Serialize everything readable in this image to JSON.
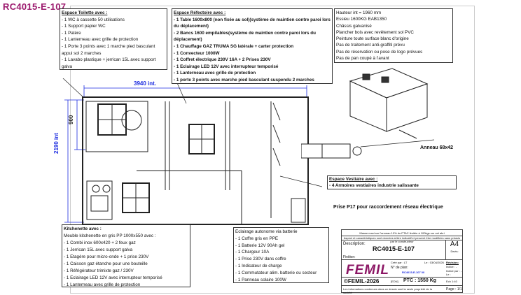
{
  "document": {
    "title": "RC4015-E-107"
  },
  "toilette": {
    "heading": "Espace Toilette avec :",
    "items": [
      "- 1 WC à cassette 50 utilisations",
      "- 1 Support papier WC",
      "- 1 Patère",
      "- 1 Lanterneau avec grille de protection",
      "- 1 Porte 3 points avec 1 marche pied basculant appui sol 2 marches",
      "- 1 Lavabo plastique + jerrican 15L avec support galva"
    ]
  },
  "refectoire": {
    "heading": "Espace Réfectoire avec :",
    "items": [
      "- 1 Table 1600x800 (non fixée au sol)(système de maintien contre paroi lors du déplacement)",
      "- 2 Bancs 1600 empilables(système de maintien contre paroi lors du déplacement)",
      "- 1 Chauffage GAZ TRUMA SG latérale + carter protection",
      "- 1 Convecteur 1000W",
      "- 1 Coffret électrique 230V 16A + 2 Prises 230V",
      "- 1 Eclairage LED 12V avec interrupteur temporisé",
      "- 1 Lanterneau avec grille de protection",
      "- 1 porte 3 points avec marche pied basculant suspendu 2 marches"
    ]
  },
  "specs": {
    "items": [
      "Hauteur int = 1960 mm",
      "Essieu 1600KG EAB1350",
      "Châssis galvanisé",
      "Plancher bois avec revêtement sol PVC",
      "Peinture toute surface blanc d'origine",
      "Pas de traitement anti-graffiti prévu",
      "Pas de réservation ou pose de logo prévues",
      "Pas de pan coupé à l'avant"
    ]
  },
  "kitchenette": {
    "heading": "Kitchenette avec :",
    "items": [
      "Meuble kitchenette en gris PP 1000x550 avec :",
      "- 1 Combi inox 600x420 + 2 feux gaz",
      "- 1 Jerrican 15L avec support galva",
      "- 1 Etagère pour micro-onde + 1 prise 230V",
      "- 1 Caisson gaz étanche pour une bouteille",
      "- 1 Réfrigérateur trimixte gaz / 230V",
      "- 1 Eclairage LED 12V avec interrupteur temporisé",
      "- 1 Lanterneau avec grille de protection"
    ]
  },
  "eclairage": {
    "items": [
      "Eclairage autonome via batterie",
      "- 1 Coffre gris en PPE",
      "- 1 Batterie 12V 90Ah gel",
      "- 1 Chargeur 10A",
      "- 1 Prise 230V dans coffre",
      "- 1 Indicateur de charge",
      "- 1 Commutateur alim. batterie ou secteur",
      "- 1 Panneau solaire 100W"
    ]
  },
  "vestiaire": {
    "heading": "Espace Vestiaire avec :",
    "items": [
      "- 4 Armoires vestiaires industrie salissante"
    ]
  },
  "labels": {
    "anneau": "Anneau 68x42",
    "prise": "Prise P17 pour raccordement réseau électrique"
  },
  "dimensions": {
    "width": "3940 int.",
    "depth": "2190 int",
    "toilet": "900"
  },
  "title_block": {
    "note1": "Masse maxi sur l'anneau 10% du PTAC limitée à 100kgs sur cet abri",
    "note2": "Aspect et caractéristiques sont données à titre indicatif et peuvent être modifiées sans préavis par le constructeur",
    "description_label": "Description:",
    "description": "RC4015-E-107",
    "format": "A4",
    "devis": "Devis:",
    "finition": "Finition:",
    "brand": "FEMIL",
    "copyright": "©FEMIL-2026",
    "cree_par": "Créé par : LT",
    "date": "Le : 03/04/2026",
    "revision": "Révision:",
    "indice": "Indice : -",
    "indice_par": "Indice par : -",
    "le": "Le :",
    "plan_label": "N° de plan:",
    "plan_no": "RC4015-E-107 00",
    "unit": "[EDN]",
    "ptc": "PTC : 1550 Kg",
    "echelle": "Ech 1:40",
    "page": "Page : 1/1",
    "footer": "Les informations contenues dans ce dessin sont la seule propriété de la société"
  },
  "colors": {
    "brand": "#8c1765",
    "dimension": "#1a2ae0"
  }
}
